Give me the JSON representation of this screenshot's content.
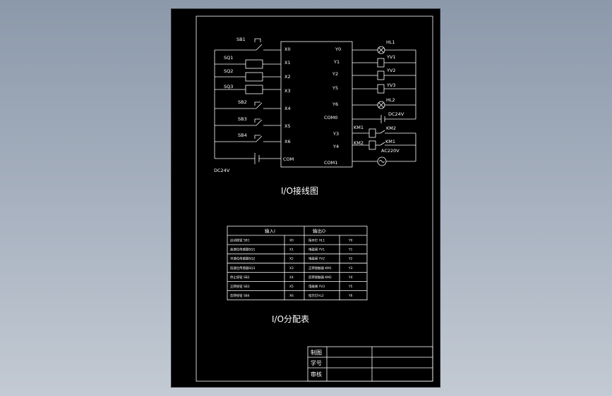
{
  "io_diagram": {
    "title": "I/O接线图",
    "plc_inputs": [
      "X0",
      "X1",
      "X2",
      "X3",
      "X4",
      "X5",
      "X6",
      "COM"
    ],
    "plc_outputs": [
      "Y0",
      "Y1",
      "Y2",
      "Y5",
      "Y6",
      "COM0",
      "Y3",
      "Y4",
      "COM1"
    ],
    "input_devices": [
      "SB1",
      "SQ1",
      "SQ2",
      "SQ3",
      "SB2",
      "SB3",
      "SB4"
    ],
    "input_supply": "DC24V",
    "output_devices": [
      "HL1",
      "YV1",
      "YV2",
      "YV3",
      "HL2"
    ],
    "output_supply_dc": "DC24V",
    "output_devices_2": [
      "KM1",
      "KM2",
      "KM2",
      "KM1"
    ],
    "output_supply_ac": "AC220V"
  },
  "io_table": {
    "title": "I/O分配表",
    "headers": [
      "输入I",
      "输出O"
    ],
    "rows": [
      [
        "启动按钮 SB1",
        "X0",
        "指示灯 HL1",
        "Y0"
      ],
      [
        "高速位传感器SQ1",
        "X1",
        "电磁阀 YV1",
        "Y1"
      ],
      [
        "中速位传感器SQ2",
        "X2",
        "电磁阀 YV2",
        "Y2"
      ],
      [
        "低速位传感器SQ3",
        "X3",
        "正转接触器 KM1",
        "Y3"
      ],
      [
        "停止按钮 SB2",
        "X4",
        "反转接触器 KM2",
        "Y4"
      ],
      [
        "正转按钮 SB3",
        "X5",
        "电磁阀 YV3",
        "Y5"
      ],
      [
        "反转按钮 SB4",
        "X6",
        "指示灯HL2",
        "Y6"
      ]
    ]
  },
  "title_block": {
    "labels": [
      "制图",
      "学号",
      "审核"
    ]
  }
}
